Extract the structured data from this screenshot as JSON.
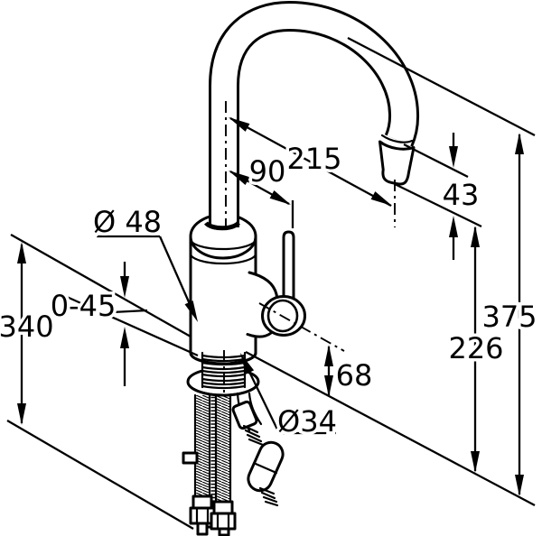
{
  "drawing": {
    "kind": "technical dimension drawing",
    "subject": "single-lever sink mixer with high arc spout and pull-out hoses",
    "background_color": "#ffffff",
    "line_color": "#000000",
    "labels": {
      "reach": "215",
      "handle_projection": "90",
      "spout_drop": "43",
      "height_total": "375",
      "height_outlet": "226",
      "height_handle": "68",
      "below_counter": "340",
      "deck_thickness": "0-45",
      "body_diameter": "Ø 48",
      "mounting_hole": "Ø34"
    }
  }
}
